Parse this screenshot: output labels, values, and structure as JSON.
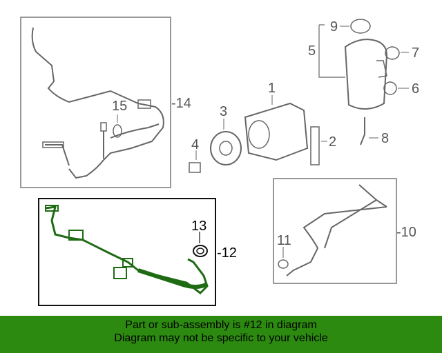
{
  "callouts": {
    "c1": "1",
    "c2": "2",
    "c3": "3",
    "c4": "4",
    "c5": "5",
    "c6": "6",
    "c7": "7",
    "c8": "8",
    "c9": "9",
    "c10": "-10",
    "c11": "11",
    "c12": "-12",
    "c13": "13",
    "c14": "-14",
    "c15": "15"
  },
  "banner": {
    "line1": "Part or sub-assembly is #12 in diagram",
    "line2": "Diagram may not be specific to your vehicle"
  },
  "colors": {
    "part_line": "#666666",
    "highlight_part": "#1f6b14",
    "banner_bg": "#2d8a10"
  }
}
